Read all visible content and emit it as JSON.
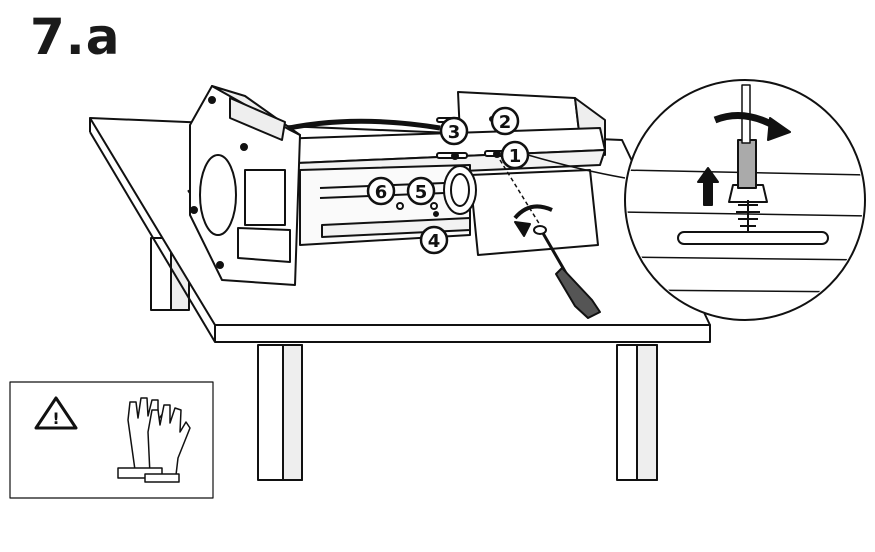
{
  "step": {
    "title": "7.a"
  },
  "callouts": [
    {
      "id": "1",
      "label": "1"
    },
    {
      "id": "2",
      "label": "2"
    },
    {
      "id": "3",
      "label": "3"
    },
    {
      "id": "4",
      "label": "4"
    },
    {
      "id": "5",
      "label": "5"
    },
    {
      "id": "6",
      "label": "6"
    }
  ],
  "icons": {
    "warning": "warning-triangle-icon",
    "gloves": "gloves-icon",
    "screwdriver": "screwdriver-icon",
    "rotate": "rotate-arrow-icon",
    "up": "arrow-up-icon"
  }
}
